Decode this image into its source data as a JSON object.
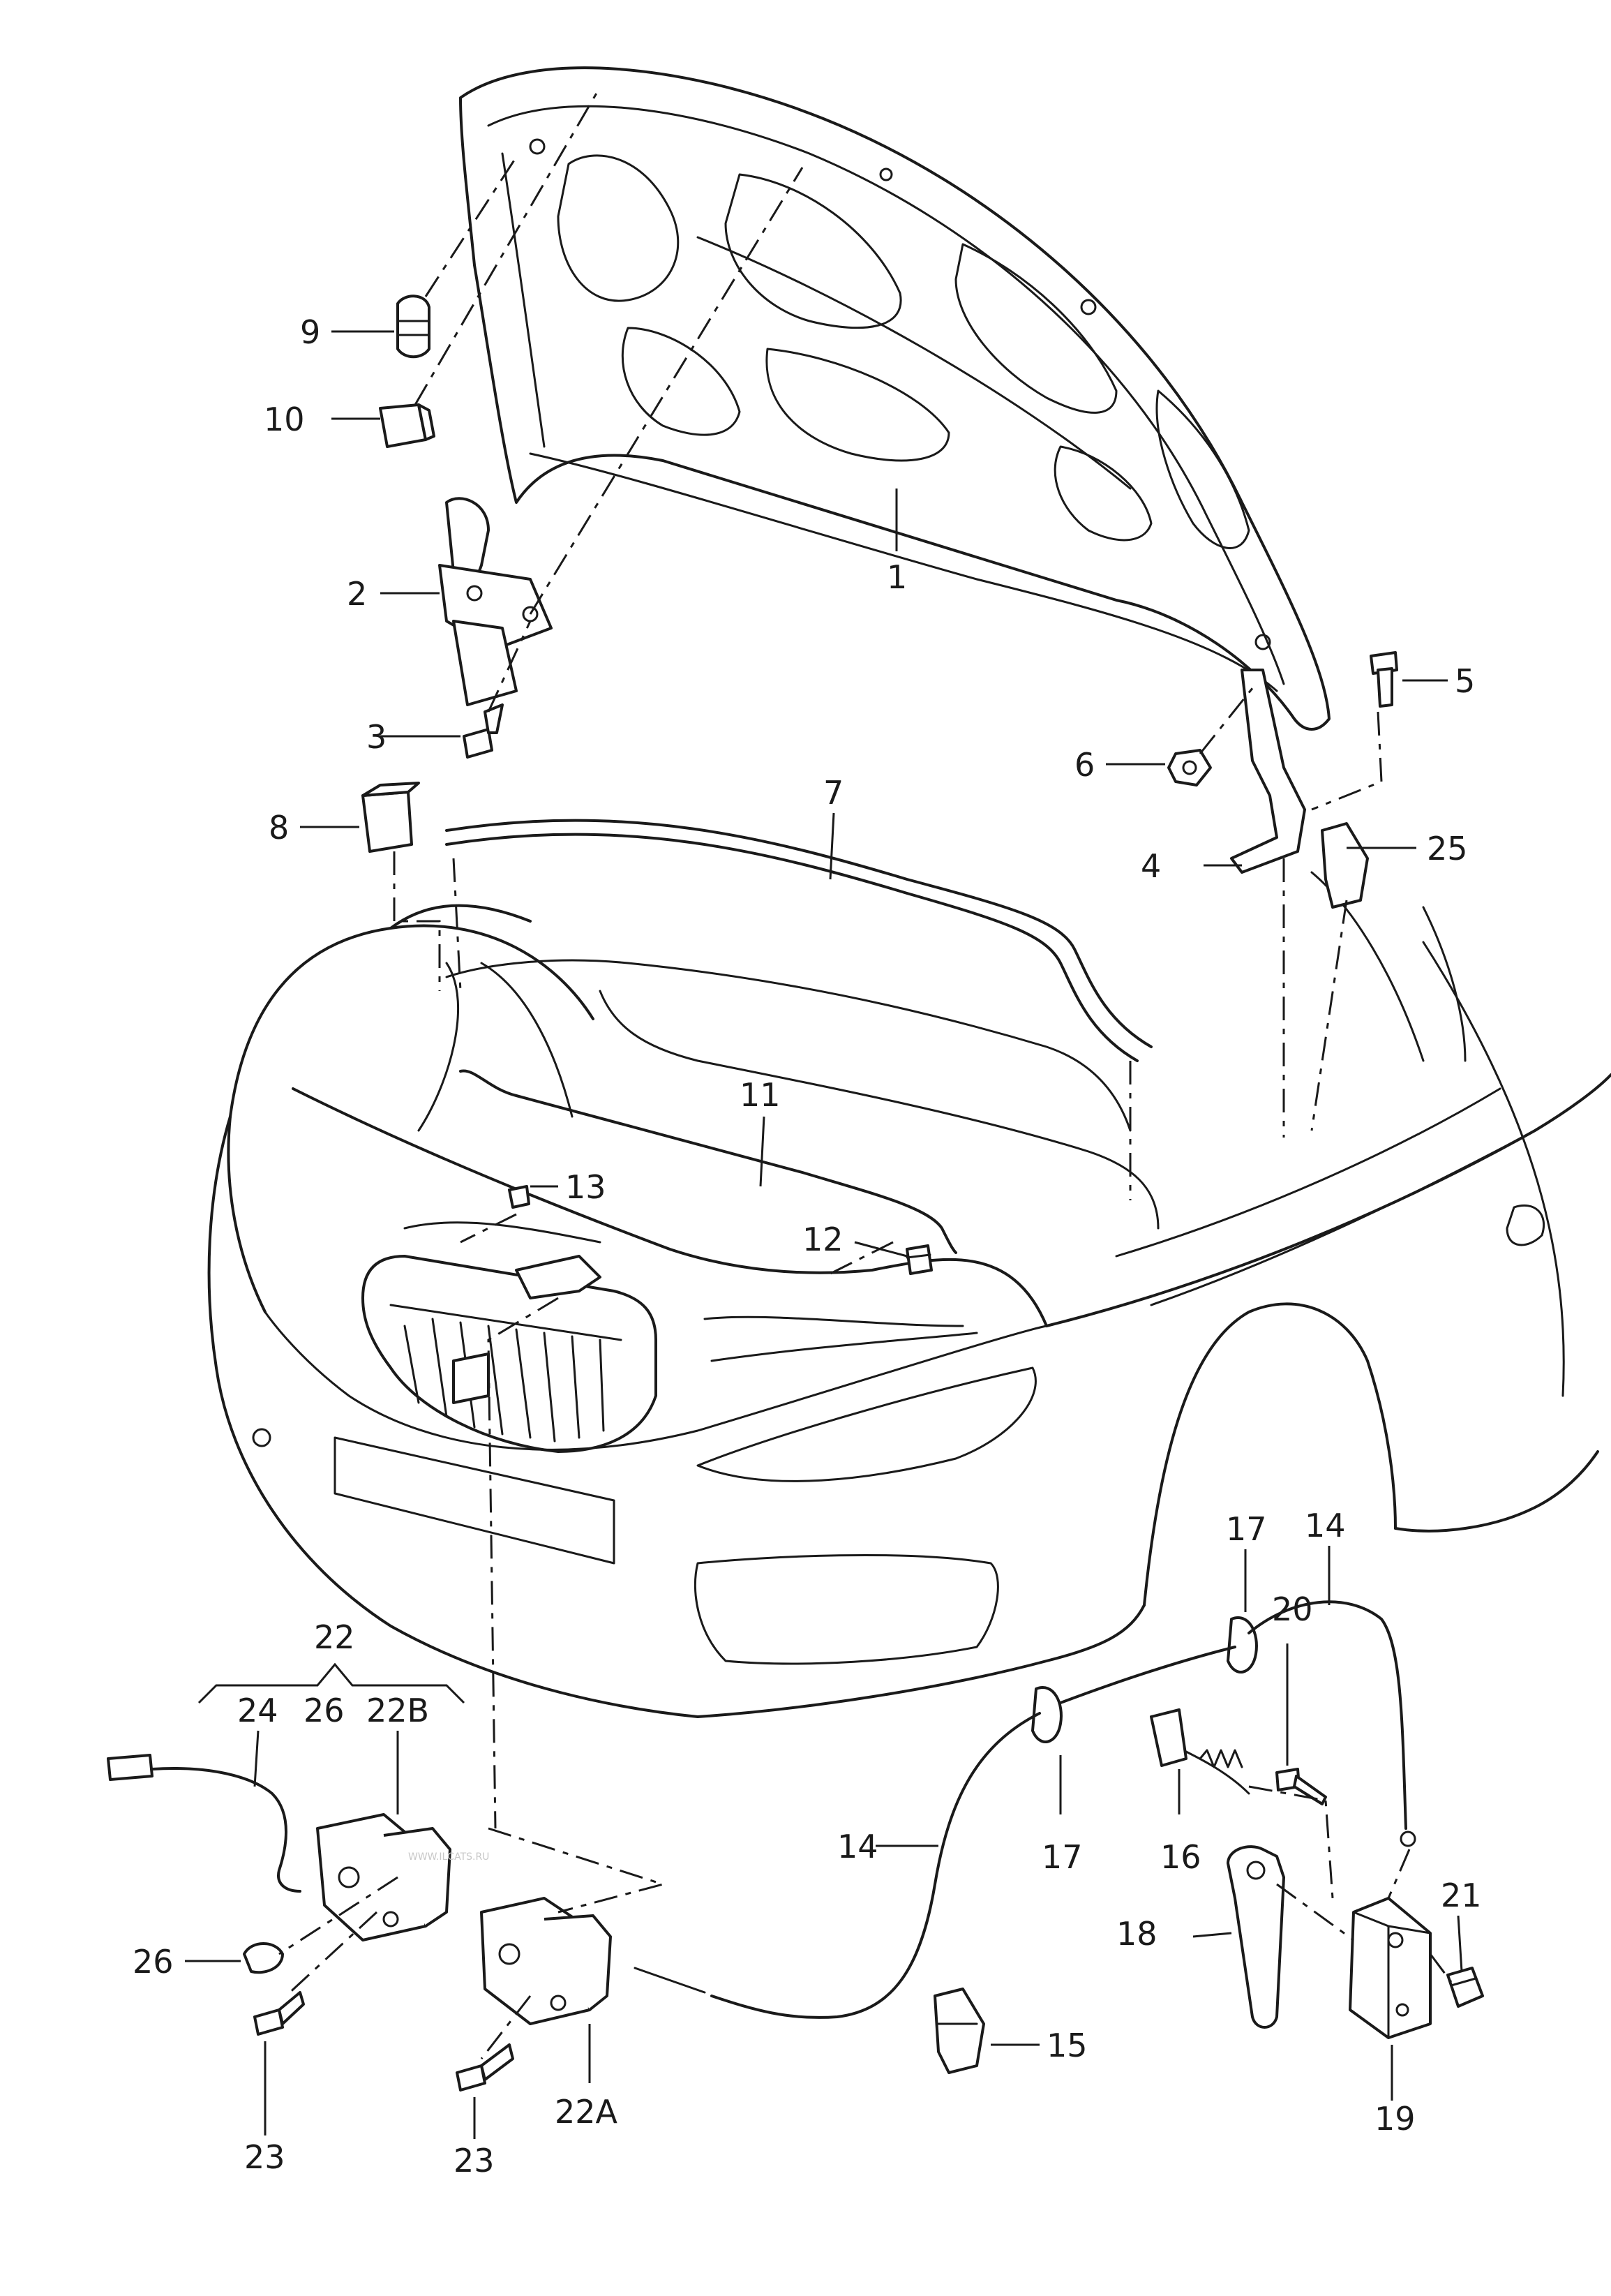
{
  "labels": {
    "n1": "1",
    "n2": "2",
    "n3": "3",
    "n4": "4",
    "n5": "5",
    "n6": "6",
    "n7": "7",
    "n8": "8",
    "n9": "9",
    "n10": "10",
    "n11": "11",
    "n12": "12",
    "n13": "13",
    "n14a": "14",
    "n14b": "14",
    "n15": "15",
    "n16": "16",
    "n17a": "17",
    "n17b": "17",
    "n18": "18",
    "n19": "19",
    "n20": "20",
    "n21": "21",
    "n22": "22",
    "n22a": "22A",
    "n22b": "22B",
    "n23a": "23",
    "n23b": "23",
    "n24": "24",
    "n25": "25",
    "n26a": "26",
    "n26b": "26"
  },
  "watermark": "WWW.ILCATS.RU"
}
